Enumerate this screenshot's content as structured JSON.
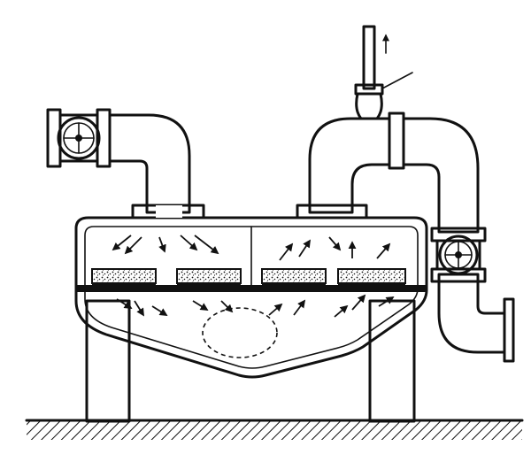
{
  "diagram": {
    "components": [
      "inlet-valve-wheel",
      "inlet-pipe-elbow",
      "vapor-outlet-pipe",
      "outlet-stem-valve",
      "side-valve-wheel",
      "housing-body",
      "perforated-tray",
      "flow-arrow",
      "support-leg",
      "ground-hatching"
    ],
    "colors": {
      "ink": "#111111",
      "background": "#ffffff"
    },
    "trays_per_side": 2,
    "flow_direction": "upward-out-through-stem"
  }
}
